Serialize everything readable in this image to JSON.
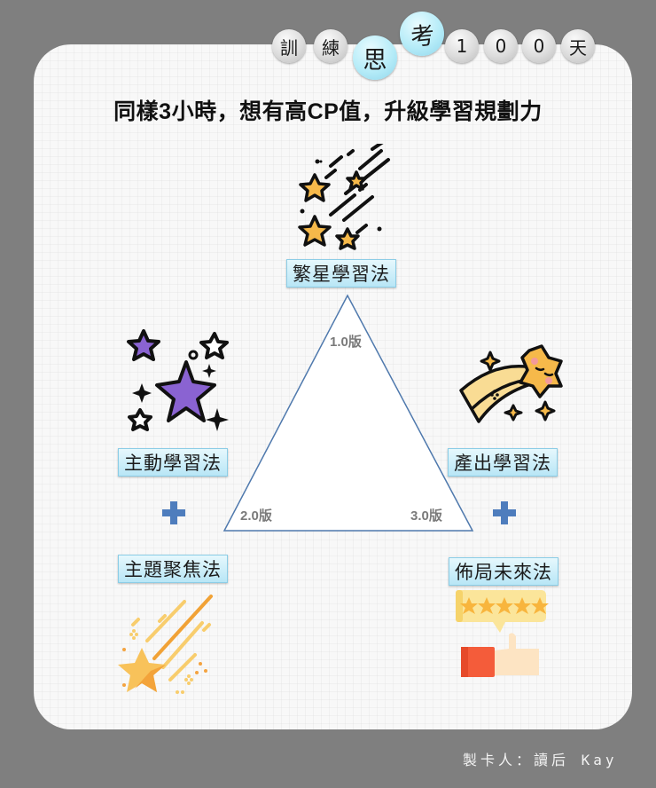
{
  "header": {
    "badges": [
      {
        "char": "訓",
        "style": "gray"
      },
      {
        "char": "練",
        "style": "gray"
      },
      {
        "char": "思",
        "style": "blue"
      },
      {
        "char": "考",
        "style": "blue"
      },
      {
        "char": "1",
        "style": "gray"
      },
      {
        "char": "0",
        "style": "gray"
      },
      {
        "char": "0",
        "style": "gray"
      },
      {
        "char": "天",
        "style": "gray"
      }
    ]
  },
  "title": "同樣3小時，想有高CP值，升級學習規劃力",
  "triangle": {
    "vertices": {
      "top": "1.0版",
      "left": "2.0版",
      "right": "3.0版"
    },
    "stroke_color": "#4f79ad"
  },
  "methods": {
    "top": {
      "label": "繁星學習法",
      "icon": "shooting-stars-icon"
    },
    "left_top": {
      "label": "主動學習法",
      "icon": "purple-stars-icon"
    },
    "left_bottom": {
      "label": "主題聚焦法",
      "icon": "falling-star-icon"
    },
    "right_top": {
      "label": "產出學習法",
      "icon": "smiling-shooting-star-icon"
    },
    "right_bottom": {
      "label": "佈局未來法",
      "icon": "five-star-thumbs-up-icon"
    }
  },
  "plus_symbols": [
    "+",
    "+"
  ],
  "colors": {
    "background": "#7f7f7f",
    "card": "#f8f8f8",
    "label_bg": "#c9eef9",
    "plus": "#4e7dbd",
    "star_gold": "#f6b94a",
    "star_purple": "#8a63d2"
  },
  "footer": {
    "credit": "製卡人：讀后 Kay"
  }
}
